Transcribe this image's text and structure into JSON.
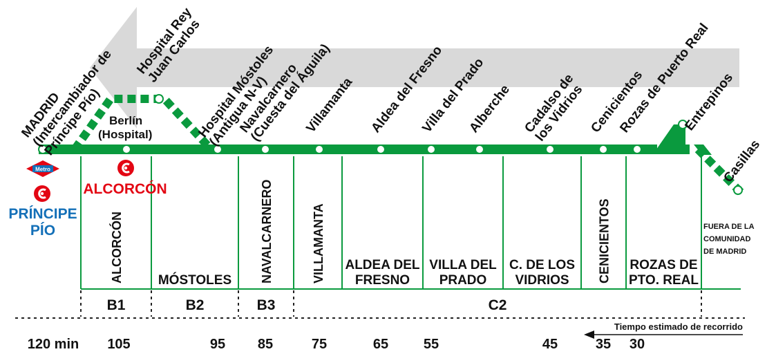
{
  "colors": {
    "line_green": "#0a9a3e",
    "arrow_gray": "#d9d9d9",
    "renfe_red": "#e30613",
    "metro_blue": "#1470b8",
    "text_black": "#111111"
  },
  "stops": [
    {
      "name": "MADRID (Intercambiador de Príncipe Pío)",
      "lines": [
        "MADRID",
        "(Intercambiador de",
        "Príncipe Pío)"
      ]
    },
    {
      "name": "Hospital Rey Juan Carlos",
      "lines": [
        "Hospital Rey",
        "Juan Carlos"
      ]
    },
    {
      "name": "Berlín (Hospital)",
      "lines": [
        "Berlín",
        "(Hospital)"
      ]
    },
    {
      "name": "Hospital Móstoles (Antigua N-V)",
      "lines": [
        "Hospital Móstoles",
        "(Antigua N-V)"
      ]
    },
    {
      "name": "Navalcarnero (Cuesta del Águila)",
      "lines": [
        "Navalcarnero",
        "(Cuesta del Águila)"
      ]
    },
    {
      "name": "Villamanta",
      "lines": [
        "Villamanta"
      ]
    },
    {
      "name": "Aldea del Fresno",
      "lines": [
        "Aldea del Fresno"
      ]
    },
    {
      "name": "Villa del Prado",
      "lines": [
        "Villa del Prado"
      ]
    },
    {
      "name": "Alberche",
      "lines": [
        "Alberche"
      ]
    },
    {
      "name": "Cadalso de los Vidrios",
      "lines": [
        "Cadalso de",
        "los Vidrios"
      ]
    },
    {
      "name": "Cenicientos",
      "lines": [
        "Cenicientos"
      ]
    },
    {
      "name": "Rozas de Puerto Real",
      "lines": [
        "Rozas de Puerto Real"
      ]
    },
    {
      "name": "Entrepinos",
      "lines": [
        "Entrepinos"
      ]
    },
    {
      "name": "Casillas",
      "lines": [
        "Casillas"
      ]
    }
  ],
  "left_labels": {
    "metro_badge": "Metro",
    "alcorcon": "ALCORCÓN",
    "principe_pio_1": "PRÍNCIPE",
    "principe_pio_2": "PÍO"
  },
  "municipalities": [
    {
      "name": "ALCORCÓN",
      "lines": [
        "ALCORCÓN"
      ],
      "orientation": "vertical"
    },
    {
      "name": "MÓSTOLES",
      "lines": [
        "MÓSTOLES"
      ],
      "orientation": "horizontal"
    },
    {
      "name": "NAVALCARNERO",
      "lines": [
        "NAVALCARNERO"
      ],
      "orientation": "vertical"
    },
    {
      "name": "VILLAMANTA",
      "lines": [
        "VILLAMANTA"
      ],
      "orientation": "vertical"
    },
    {
      "name": "ALDEA DEL FRESNO",
      "lines": [
        "ALDEA DEL",
        "FRESNO"
      ],
      "orientation": "horizontal"
    },
    {
      "name": "VILLA DEL PRADO",
      "lines": [
        "VILLA DEL",
        "PRADO"
      ],
      "orientation": "horizontal"
    },
    {
      "name": "C. DE LOS VIDRIOS",
      "lines": [
        "C. DE LOS",
        "VIDRIOS"
      ],
      "orientation": "horizontal"
    },
    {
      "name": "CENICIENTOS",
      "lines": [
        "CENICIENTOS"
      ],
      "orientation": "vertical"
    },
    {
      "name": "ROZAS DE PTO. REAL",
      "lines": [
        "ROZAS DE",
        "PTO. REAL"
      ],
      "orientation": "horizontal"
    },
    {
      "name": "FUERA DE LA COMUNIDAD DE MADRID",
      "lines": [
        "FUERA DE LA",
        "COMUNIDAD",
        "DE MADRID"
      ],
      "orientation": "small"
    }
  ],
  "zones": [
    "B1",
    "B2",
    "B3",
    "C2"
  ],
  "time_note": "Tiempo estimado de recorrido",
  "times": [
    "120 min",
    "105",
    "95",
    "85",
    "75",
    "65",
    "55",
    "45",
    "35",
    "30"
  ]
}
